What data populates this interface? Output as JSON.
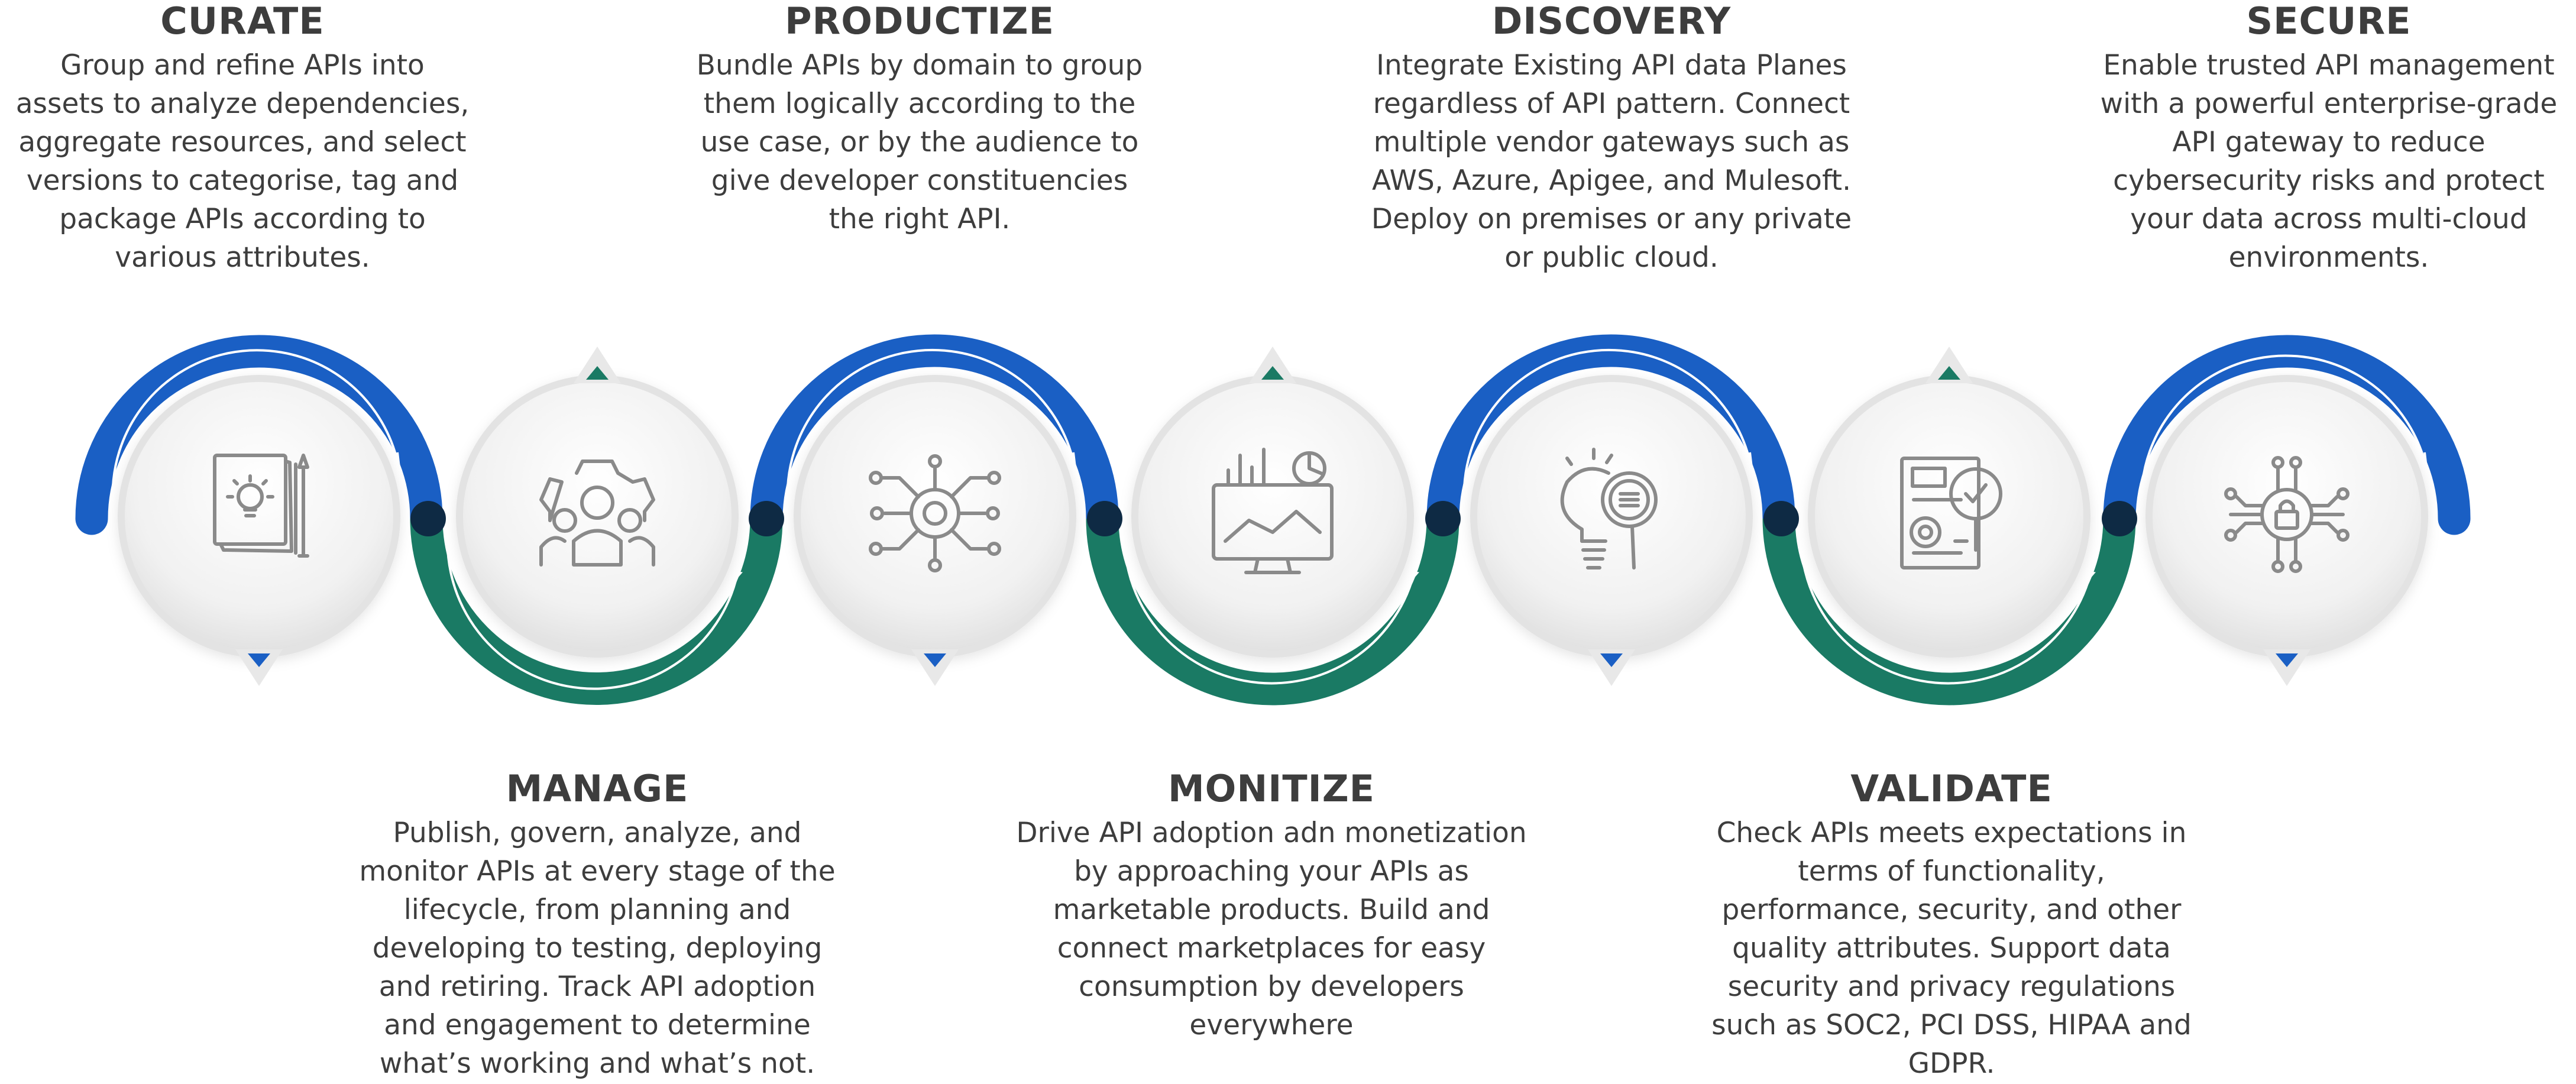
{
  "steps": [
    {
      "title": "CURATE",
      "text": "Group and refine APIs into assets to analyze dependencies, aggregate resources, and select versions to categorise, tag and package APIs according to various attributes.",
      "icon": "documents-lightbulb-pencil-icon"
    },
    {
      "title": "MANAGE",
      "text": "Publish, govern, analyze, and monitor APIs at every stage of the lifecycle, from planning and developing to testing, deploying and retiring. Track API adoption and engagement to determine what’s working and what’s not.",
      "icon": "gear-team-icon"
    },
    {
      "title": "PRODUCTIZE",
      "text": "Bundle APIs by domain to group them logically according to the use case, or by the audience to give developer constituencies the right API.",
      "icon": "gear-network-icon"
    },
    {
      "title": "MONITIZE",
      "text": "Drive API adoption adn monetization by approaching your APIs as marketable products. Build and connect marketplaces for easy consumption by developers everywhere",
      "icon": "monitor-analytics-icon"
    },
    {
      "title": "DISCOVERY",
      "text": "Integrate Existing API data Planes regardless of API pattern. Connect multiple vendor gateways such as AWS, Azure, Apigee, and Mulesoft. Deploy on premises or any private or public cloud.",
      "icon": "lightbulb-magnifier-icon"
    },
    {
      "title": "VALIDATE",
      "text": "Check APIs meets expectations in terms of functionality, performance, security, and other quality attributes. Support data security and privacy regulations such as SOC2, PCI DSS, HIPAA and GDPR.",
      "icon": "document-gear-check-icon"
    },
    {
      "title": "SECURE",
      "text": "Enable trusted API management with a powerful enterprise-grade API gateway to reduce cybersecurity risks and protect your data across multi-cloud environments.",
      "icon": "circuit-lock-icon"
    }
  ],
  "colors": {
    "blue": "#1a5fc4",
    "green": "#1a7a64",
    "node": "#0e2a44",
    "text": "#3d3d3d",
    "circle": "#ececec"
  }
}
